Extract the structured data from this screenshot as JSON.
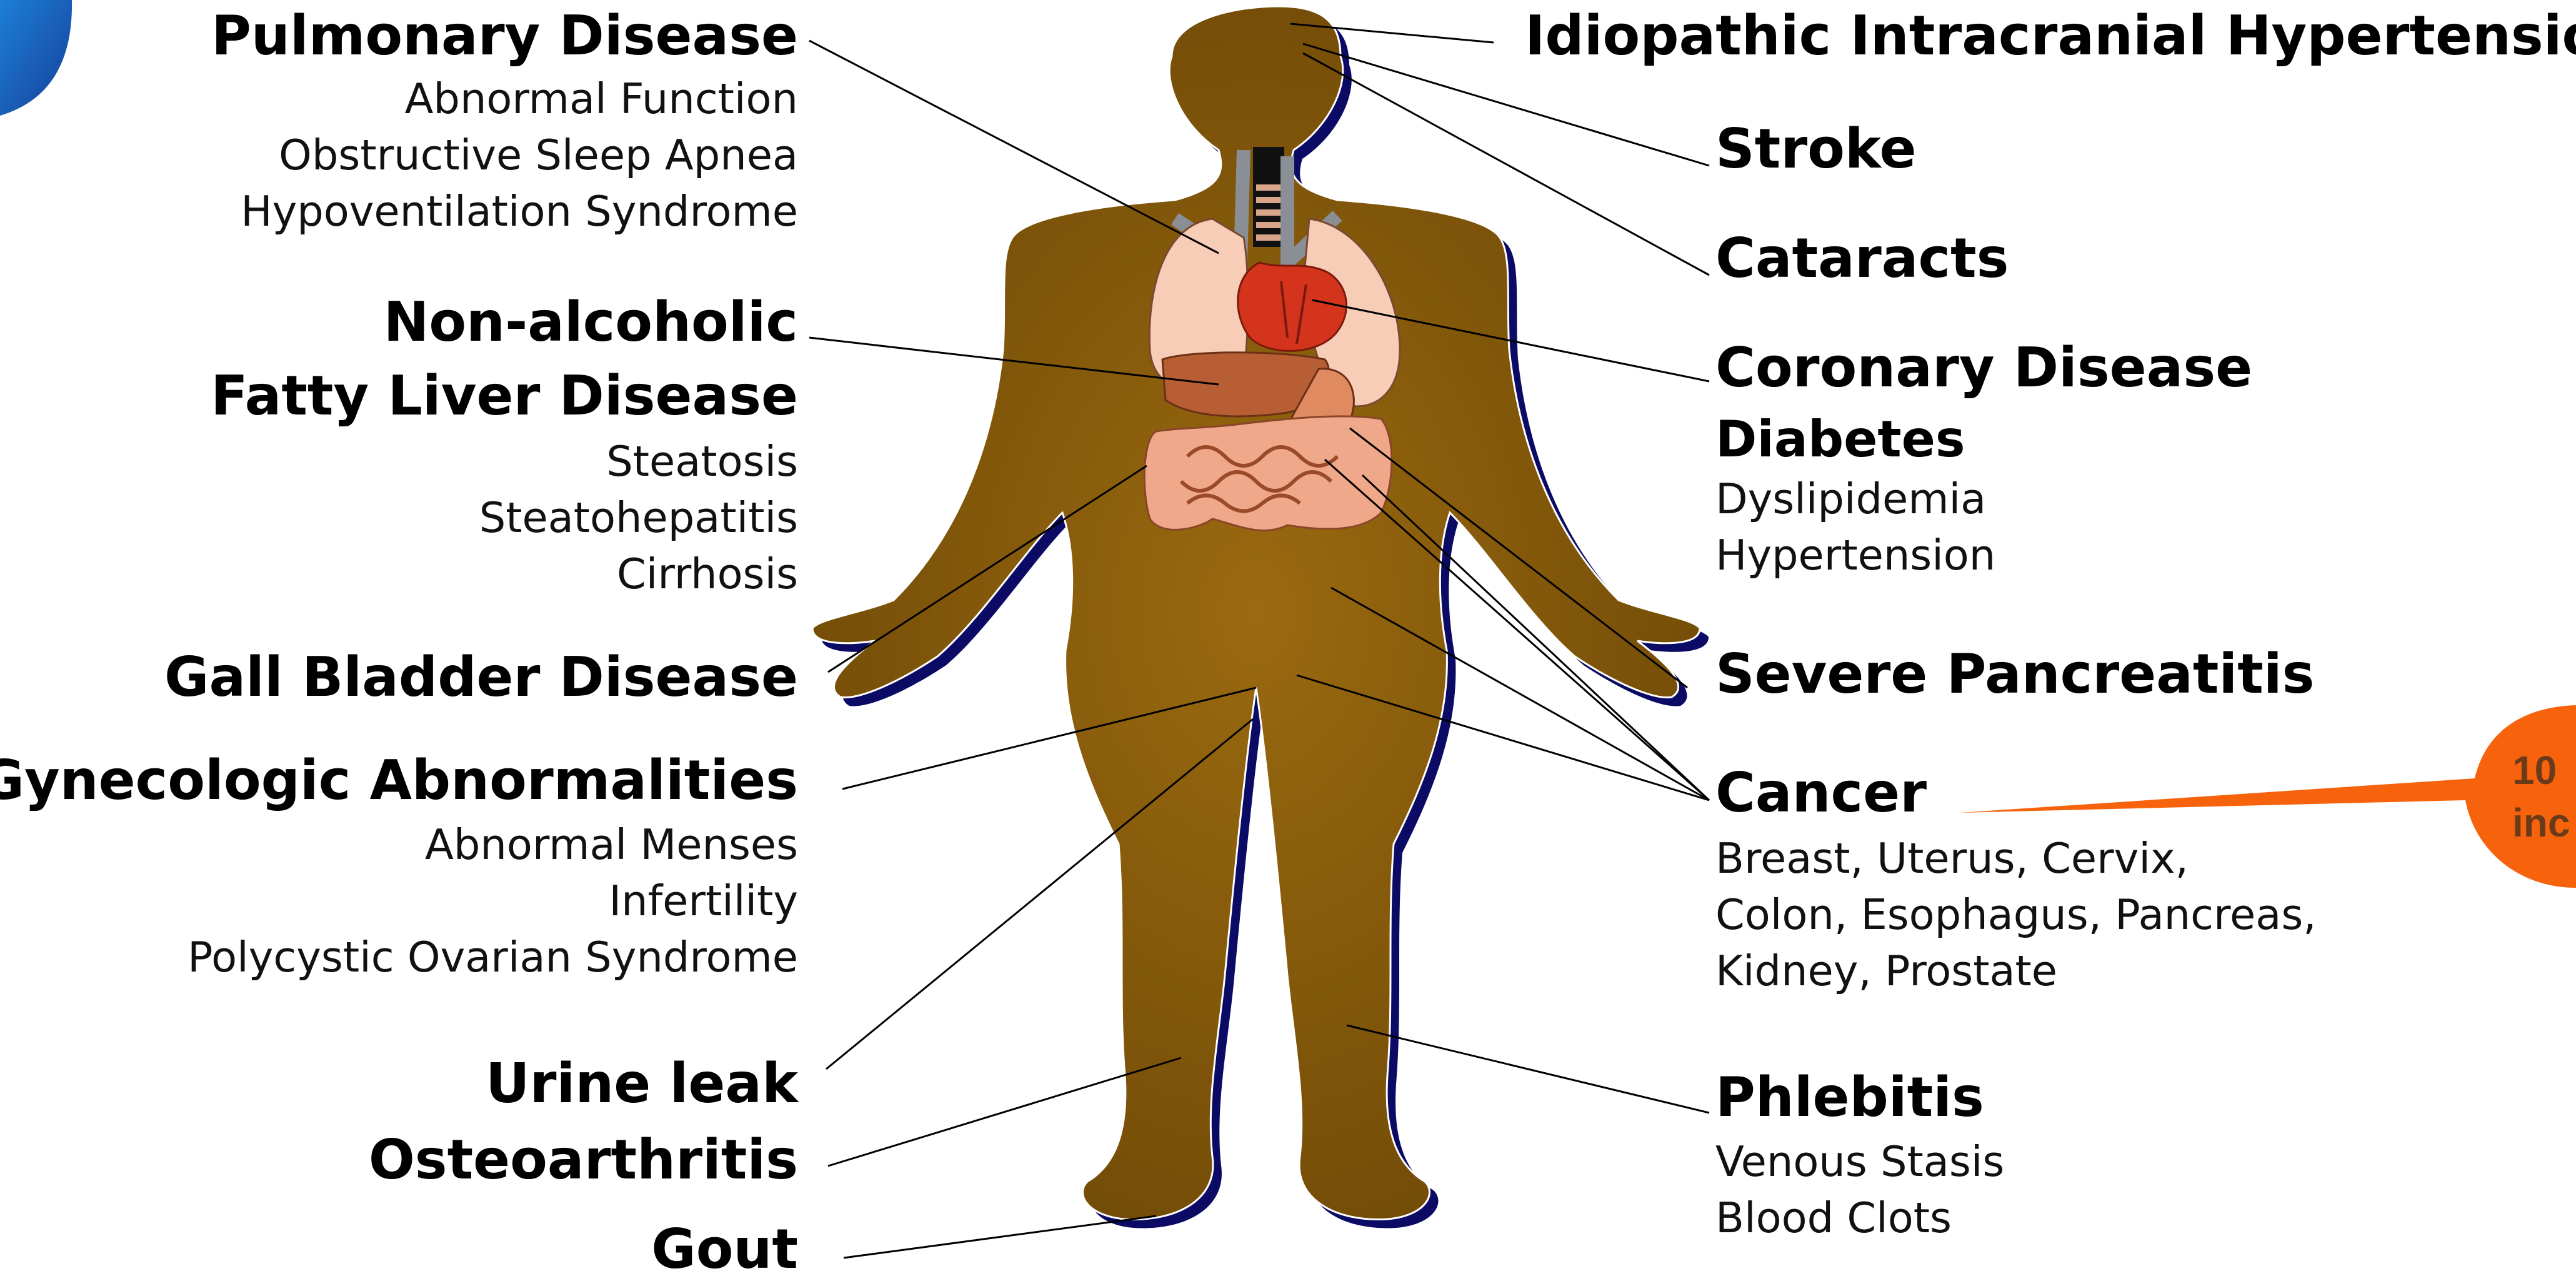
{
  "colors": {
    "body": "#7a5208",
    "body_center": "#9a6a10",
    "shadow": "#0b0b66",
    "callout": "#f7630c",
    "blue_corner": "#1f5fb5",
    "lines": "#000000"
  },
  "left_labels": [
    {
      "title": "Pulmonary Disease",
      "items": [
        "Abnormal Function",
        "Obstructive Sleep Apnea",
        "Hypoventilation Syndrome"
      ]
    },
    {
      "title_lines": [
        "Non-alcoholic",
        "Fatty Liver Disease"
      ],
      "items": [
        "Steatosis",
        "Steatohepatitis",
        "Cirrhosis"
      ]
    },
    {
      "title": "Gall Bladder Disease",
      "items": []
    },
    {
      "title": "Gynecologic Abnormalities",
      "items": [
        "Abnormal Menses",
        "Infertility",
        "Polycystic Ovarian Syndrome"
      ]
    },
    {
      "title": "Urine leak",
      "items": []
    },
    {
      "title": "Osteoarthritis",
      "items": []
    },
    {
      "title": "Gout",
      "items": []
    }
  ],
  "right_labels": [
    {
      "title": "Idiopathic Intracranial Hypertension",
      "items": []
    },
    {
      "title": "Stroke",
      "items": []
    },
    {
      "title": "Cataracts",
      "items": []
    },
    {
      "title": "Coronary Disease",
      "items": []
    },
    {
      "title": "Diabetes",
      "items": [
        "Dyslipidemia",
        "Hypertension"
      ]
    },
    {
      "title": "Severe Pancreatitis",
      "items": []
    },
    {
      "title": "Cancer",
      "items": [
        "Breast, Uterus, Cervix,",
        "Colon, Esophagus, Pancreas,",
        "Kidney, Prostate"
      ]
    },
    {
      "title": "Phlebitis",
      "items": [
        "Venous Stasis",
        "Blood Clots"
      ]
    }
  ],
  "callout": {
    "lines": [
      "10",
      "inc"
    ]
  },
  "icons": {
    "figure": "human-silhouette-icon",
    "organs": "internal-organs-icon",
    "corner": "blue-circle-icon"
  }
}
